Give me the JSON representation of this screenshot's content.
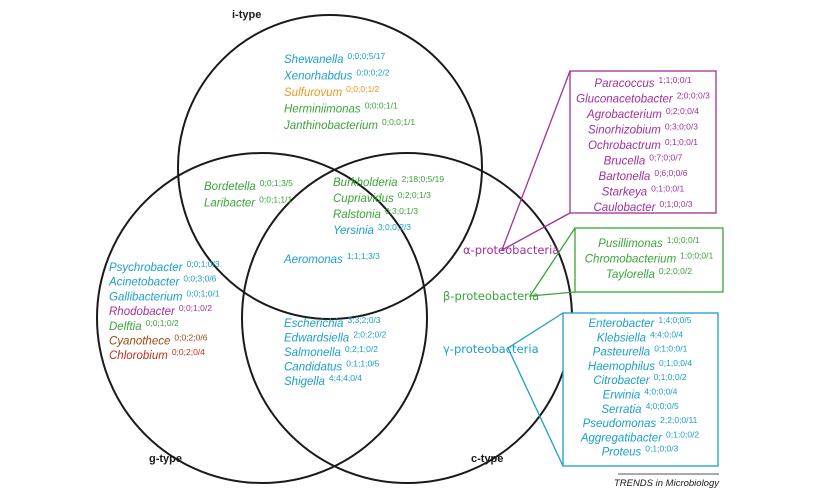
{
  "colors": {
    "alpha": "#a0309a",
    "beta": "#3aa33a",
    "gamma": "#1a9fc8",
    "epsilon": "#e8961e",
    "cyanobacteria": "#9a4a10",
    "chlorobi": "#c0301f",
    "outline": "#1a1a1a"
  },
  "regions": {
    "i_type": "i-type",
    "g_type": "g-type",
    "c_type": "c-type"
  },
  "groups": {
    "i_only": [
      {
        "name": "Shewanella",
        "counts": "0;0;0;5/17",
        "color": "gamma"
      },
      {
        "name": "Xenorhabdus",
        "counts": "0;0;0;2/2",
        "color": "gamma"
      },
      {
        "name": "Sulfurovum",
        "counts": "0;0;0;1/2",
        "color": "epsilon"
      },
      {
        "name": "Herminiimonas",
        "counts": "0;0;0;1/1",
        "color": "beta"
      },
      {
        "name": "Janthinobacterium",
        "counts": "0;0;0;1/1",
        "color": "beta"
      }
    ],
    "i_and_g": [
      {
        "name": "Bordetella",
        "counts": "0;0;1;3/5",
        "color": "beta"
      },
      {
        "name": "Laribacter",
        "counts": "0;0;1;1/1",
        "color": "beta"
      }
    ],
    "i_and_c": [
      {
        "name": "Burkholderia",
        "counts": "2;18;0;5/19",
        "color": "beta"
      },
      {
        "name": "Cupriavidus",
        "counts": "0;2;0;1/3",
        "color": "beta"
      },
      {
        "name": "Ralstonia",
        "counts": "0;3;0;1/3",
        "color": "beta"
      },
      {
        "name": "Yersinia",
        "counts": "3;0;0;2/3",
        "color": "gamma"
      }
    ],
    "all_three": [
      {
        "name": "Aeromonas",
        "counts": "1;1;1;3/3",
        "color": "gamma"
      }
    ],
    "g_only": [
      {
        "name": "Psychrobacter",
        "counts": "0;0;1;0/3",
        "color": "gamma"
      },
      {
        "name": "Acinetobacter",
        "counts": "0;0;3;0/6",
        "color": "gamma"
      },
      {
        "name": "Gallibacterium",
        "counts": "0;0;1;0/1",
        "color": "gamma"
      },
      {
        "name": "Rhodobacter",
        "counts": "0;0;1;0/2",
        "color": "alpha"
      },
      {
        "name": "Delftia",
        "counts": "0;0;1;0/2",
        "color": "beta"
      },
      {
        "name": "Cyanothece",
        "counts": "0;0;2;0/6",
        "color": "cyanobacteria"
      },
      {
        "name": "Chlorobium",
        "counts": "0;0;2;0/4",
        "color": "chlorobi"
      }
    ],
    "g_and_c": [
      {
        "name": "Escherichia",
        "counts": "3;3;2;0/3",
        "color": "gamma"
      },
      {
        "name": "Edwardsiella",
        "counts": "2;0;2;0/2",
        "color": "gamma"
      },
      {
        "name": "Salmonella",
        "counts": "0;2;1;0/2",
        "color": "gamma"
      },
      {
        "name": "Candidatus",
        "counts": "0;1;1;0/5",
        "color": "gamma"
      },
      {
        "name": "Shigella",
        "counts": "4;4;4;0/4",
        "color": "gamma"
      }
    ]
  },
  "callouts": {
    "alpha": {
      "label": "α-proteobacteria",
      "color": "alpha",
      "items": [
        {
          "name": "Paracoccus",
          "counts": "1;1;0;0/1"
        },
        {
          "name": "Gluconacetobacter",
          "counts": "2;0;0;0/3"
        },
        {
          "name": "Agrobacterium",
          "counts": "0;2;0;0/4"
        },
        {
          "name": "Sinorhizobium",
          "counts": "0;3;0;0/3"
        },
        {
          "name": "Ochrobactrum",
          "counts": "0;1;0;0/1"
        },
        {
          "name": "Brucella",
          "counts": "0;7;0;0/7"
        },
        {
          "name": "Bartonella",
          "counts": "0;6;0;0/6"
        },
        {
          "name": "Starkeya",
          "counts": "0;1;0;0/1"
        },
        {
          "name": "Caulobacter",
          "counts": "0;1;0;0/3"
        }
      ]
    },
    "beta": {
      "label": "β-proteobacteria",
      "color": "beta",
      "items": [
        {
          "name": "Pusillimonas",
          "counts": "1;0;0;0/1"
        },
        {
          "name": "Chromobacterium",
          "counts": "1;0;0;0/1"
        },
        {
          "name": "Taylorella",
          "counts": "0;2;0;0/2"
        }
      ]
    },
    "gamma": {
      "label": "γ-proteobacteria",
      "color": "gamma",
      "items": [
        {
          "name": "Enterobacter",
          "counts": "1;4;0;0/5"
        },
        {
          "name": "Klebsiella",
          "counts": "4;4;0;0/4"
        },
        {
          "name": "Pasteurella",
          "counts": "0;1;0;0/1"
        },
        {
          "name": "Haemophilus",
          "counts": "0;1;0;0/4"
        },
        {
          "name": "Citrobacter",
          "counts": "0;1;0;0/2"
        },
        {
          "name": "Erwinia",
          "counts": "4;0;0;0/4"
        },
        {
          "name": "Serratia",
          "counts": "4;0;0;0/5"
        },
        {
          "name": "Pseudomonas",
          "counts": "2;2;0;0/11"
        },
        {
          "name": "Aggregatibacter",
          "counts": "0;1;0;0/2"
        },
        {
          "name": "Proteus",
          "counts": "0;1;0;0/3"
        }
      ]
    }
  },
  "credit": "TRENDS in Microbiology"
}
